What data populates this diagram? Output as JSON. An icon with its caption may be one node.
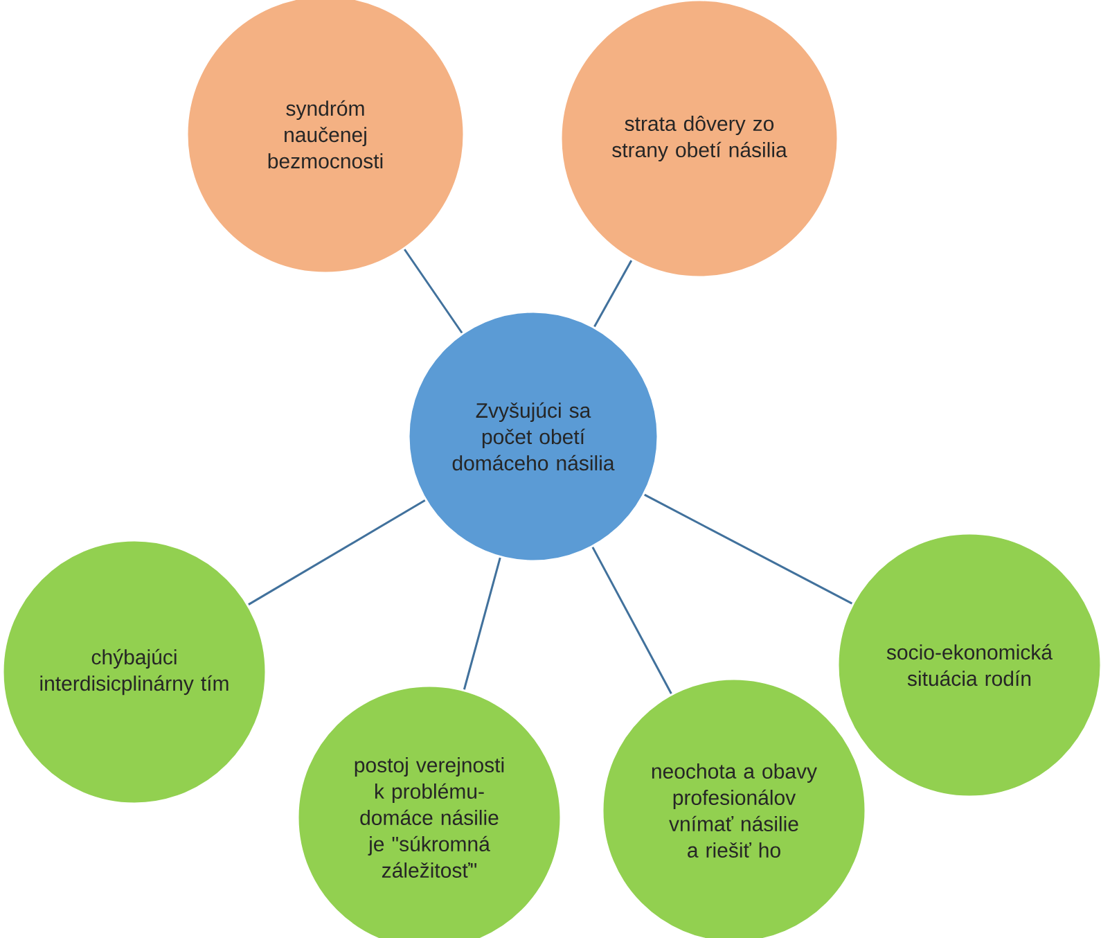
{
  "diagram": {
    "nodes": [
      {
        "text": [
          "Zvyšujúci sa počet obetí domáceho násilia"
        ]
      },
      {
        "text": [
          "syndróm naučenej bezmocnosti"
        ]
      },
      {
        "text": [
          "strata dôvery zo strany obetí násilia"
        ]
      },
      {
        "text": [
          "chýbajúci interdisicplinárny tím"
        ]
      },
      {
        "text": [
          "postoj verejnosti k problému-domáce násilie je \"súkromná záležitosť\""
        ]
      },
      {
        "text": [
          "neochota a obavy profesionálov vnímať násilie a riešiť ho"
        ]
      },
      {
        "text": [
          "socio-ekonomická situácia rodín"
        ]
      }
    ],
    "edges": [
      {
        "from": 0,
        "to": 1,
        "arrow": "none"
      },
      {
        "from": 0,
        "to": 2,
        "arrow": "none"
      },
      {
        "from": 0,
        "to": 3,
        "arrow": "none"
      },
      {
        "from": 0,
        "to": 4,
        "arrow": "none"
      },
      {
        "from": 0,
        "to": 5,
        "arrow": "none"
      },
      {
        "from": 0,
        "to": 6,
        "arrow": "none"
      }
    ]
  }
}
